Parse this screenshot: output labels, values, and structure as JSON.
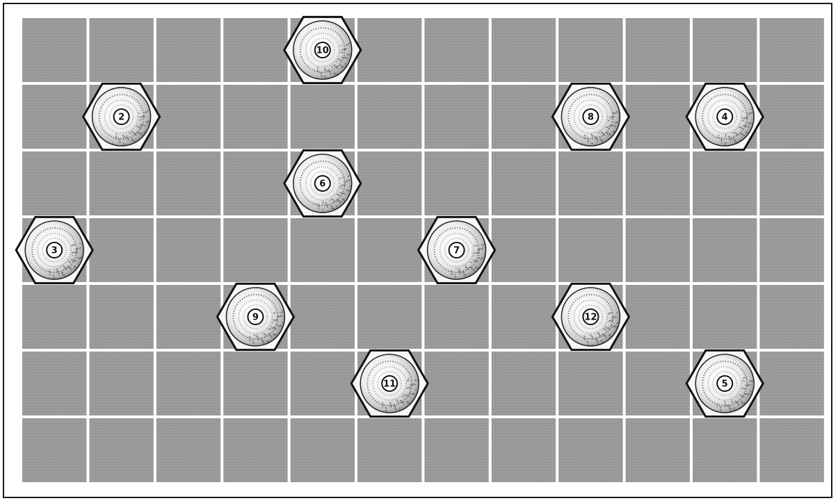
{
  "board": {
    "rows": 7,
    "cols": 12,
    "cell_color": "#9a9a9a",
    "grid_line_color": "#ffffff",
    "frame_color": "#1a1a1a"
  },
  "pieces": [
    {
      "label": "10",
      "row": 0,
      "col": 4
    },
    {
      "label": "2",
      "row": 1,
      "col": 1
    },
    {
      "label": "8",
      "row": 1,
      "col": 8
    },
    {
      "label": "4",
      "row": 1,
      "col": 10
    },
    {
      "label": "6",
      "row": 2,
      "col": 4
    },
    {
      "label": "3",
      "row": 3,
      "col": 0
    },
    {
      "label": "7",
      "row": 3,
      "col": 6
    },
    {
      "label": "9",
      "row": 4,
      "col": 3
    },
    {
      "label": "12",
      "row": 4,
      "col": 8
    },
    {
      "label": "11",
      "row": 5,
      "col": 5
    },
    {
      "label": "5",
      "row": 5,
      "col": 10
    }
  ],
  "piece_style": {
    "hex_outline_color": "#111111",
    "ball_color": "#f4f4f4",
    "shade_color": "#444444",
    "icon": "hex-ball-icon"
  }
}
